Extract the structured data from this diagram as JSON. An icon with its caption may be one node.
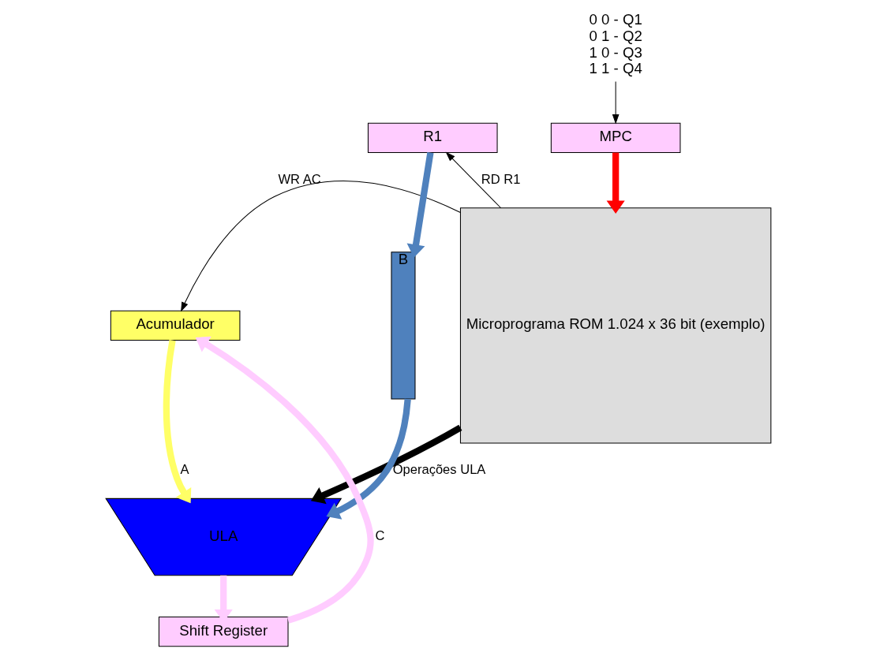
{
  "diagram": {
    "nodes": [
      {
        "text": [
          "MPC"
        ]
      },
      {
        "text": [
          "Microprograma ROM 1.024 x 36 bit (exemplo)"
        ]
      },
      {
        "text": [
          "R1"
        ]
      },
      {
        "text": [
          "B"
        ]
      },
      {
        "text": [
          "Acumulador"
        ]
      },
      {
        "text": [
          "ULA"
        ]
      },
      {
        "text": [
          "Shift Register"
        ]
      },
      {
        "text": [
          "0 0 - Q1",
          "0 1 - Q2",
          "1 0 - Q3",
          "1 1 - Q4"
        ]
      }
    ],
    "edges": [
      {
        "from": 7,
        "to": 0,
        "arrow": "to"
      },
      {
        "from": 0,
        "to": 1,
        "arrow": "to",
        "color": "#ff0000"
      },
      {
        "from": 2,
        "to": 3,
        "arrow": "to",
        "color": "#4f81bd"
      },
      {
        "from": 1,
        "to": 2,
        "arrow": "to",
        "label": "RD R1"
      },
      {
        "from": 1,
        "to": 4,
        "arrow": "to",
        "label": "WR AC"
      },
      {
        "from": 3,
        "to": 5,
        "arrow": "to",
        "color": "#4f81bd"
      },
      {
        "from": 4,
        "to": 5,
        "arrow": "to",
        "label": "A",
        "color": "#ffff66"
      },
      {
        "from": 1,
        "to": 5,
        "arrow": "to",
        "label": "Operações ULA",
        "color": "#000000"
      },
      {
        "from": 5,
        "to": 6,
        "arrow": "to",
        "color": "#ffccff"
      },
      {
        "from": 6,
        "to": 4,
        "arrow": "to",
        "label": "C",
        "color": "#ffccff"
      }
    ]
  }
}
